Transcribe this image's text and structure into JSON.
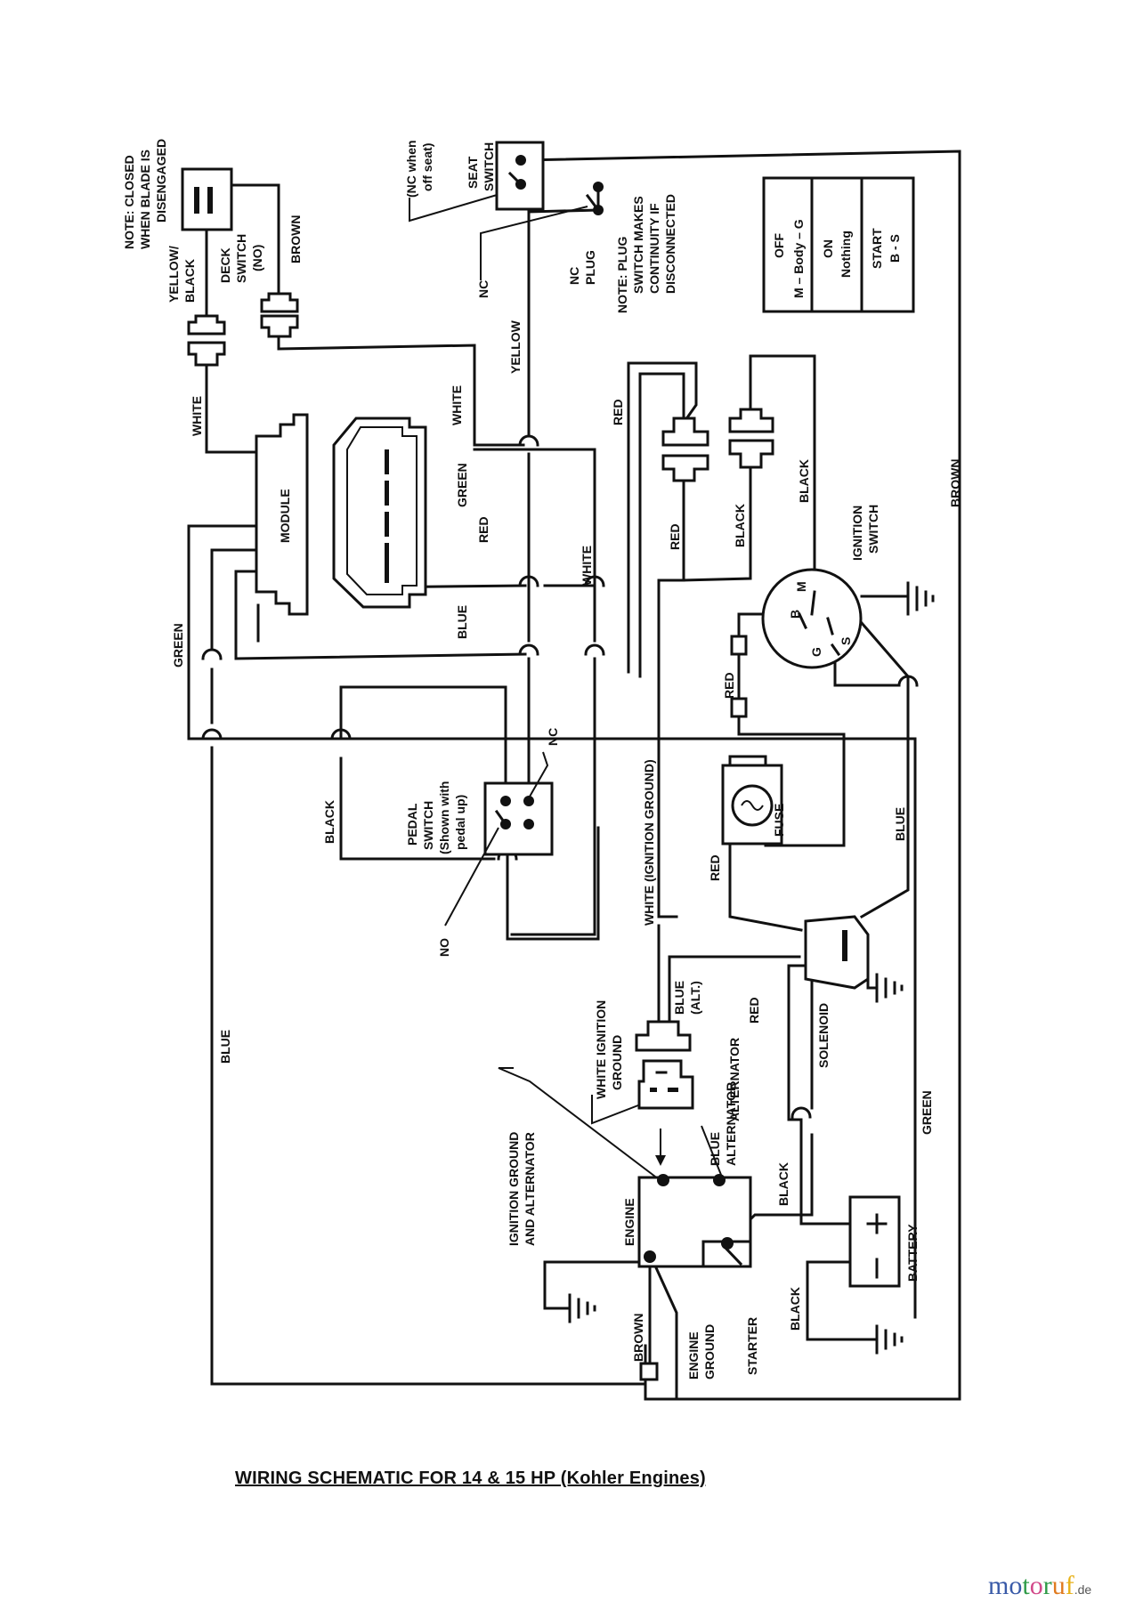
{
  "title": "WIRING SCHEMATIC FOR 14 & 15 HP (Kohler Engines)",
  "watermark": {
    "letters": [
      {
        "ch": "m",
        "color": "#3a5ba8"
      },
      {
        "ch": "o",
        "color": "#3a5ba8"
      },
      {
        "ch": "t",
        "color": "#2f9b48"
      },
      {
        "ch": "o",
        "color": "#d2498a"
      },
      {
        "ch": "r",
        "color": "#2f9b48"
      },
      {
        "ch": "u",
        "color": "#e07a1f"
      },
      {
        "ch": "f",
        "color": "#e8b21a"
      }
    ],
    "tld": ".de"
  },
  "notes": {
    "deck": [
      "NOTE:  CLOSED",
      "WHEN BLADE IS",
      "DISENGAGED"
    ],
    "plug": [
      "NOTE:  PLUG",
      "SWITCH MAKES",
      "CONTINUITY IF",
      "DISCONNECTED"
    ],
    "seat_nc": [
      "(NC when",
      "off seat)"
    ]
  },
  "ignition_table": [
    {
      "position": "OFF",
      "contacts": "M – Body – G"
    },
    {
      "position": "ON",
      "contacts": "Nothing"
    },
    {
      "position": "START",
      "contacts": "B - S"
    }
  ],
  "components": {
    "deck_switch": [
      "DECK",
      "SWITCH",
      "(NO)"
    ],
    "seat_switch": [
      "SEAT",
      "SWITCH"
    ],
    "nc_plug": [
      "NC",
      "PLUG"
    ],
    "module": "MODULE",
    "pedal_switch": [
      "PEDAL",
      "SWITCH",
      "(Shown with",
      "pedal up)"
    ],
    "ignition_switch": [
      "IGNITION",
      "SWITCH"
    ],
    "ignition_terminals": {
      "m": "M",
      "b": "B",
      "g": "G",
      "s": "S"
    },
    "fuse": "FUSE",
    "solenoid": "SOLENOID",
    "battery": "BATTERY",
    "battery_plus": "+",
    "battery_minus": "–",
    "engine": "ENGINE",
    "alternator_connector": [
      "WHITE IGNITION",
      "GROUND"
    ],
    "blue_alternator": [
      "BLUE",
      "ALTERNATOR"
    ],
    "ign_ground_alt": [
      "IGNITION GROUND",
      "AND ALTERNATOR"
    ],
    "engine_ground": [
      "ENGINE",
      "GROUND"
    ],
    "starter": "STARTER"
  },
  "wire_labels": {
    "yellow_black": [
      "YELLOW/",
      "BLACK"
    ],
    "brown_top": "BROWN",
    "nc_left": "NC",
    "yellow": "YELLOW",
    "white_module": "WHITE",
    "white_connector": "WHITE",
    "green_connector": "GREEN",
    "red_connector": "RED",
    "blue_connector": "BLUE",
    "white_mid": "WHITE",
    "red_top": "RED",
    "red_conn": "RED",
    "black_conn": "BLACK",
    "black_ign": "BLACK",
    "brown_right": "BROWN",
    "green_left": "GREEN",
    "black_pedal": "BLACK",
    "nc_pedal": "NC",
    "no_pedal": "NO",
    "blue_left": "BLUE",
    "white_ign_ground": "WHITE (IGNITION GROUND)",
    "red_fuse": "RED",
    "red_ign": "RED",
    "blue_right": "BLUE",
    "blue_alt": [
      "BLUE",
      "(ALT.)"
    ],
    "alternator": "ALTERNATOR",
    "red_sol": "RED",
    "black_starter": "BLACK",
    "green_bottom": "GREEN",
    "black_batt": "BLACK",
    "brown_bottom": "BROWN"
  }
}
